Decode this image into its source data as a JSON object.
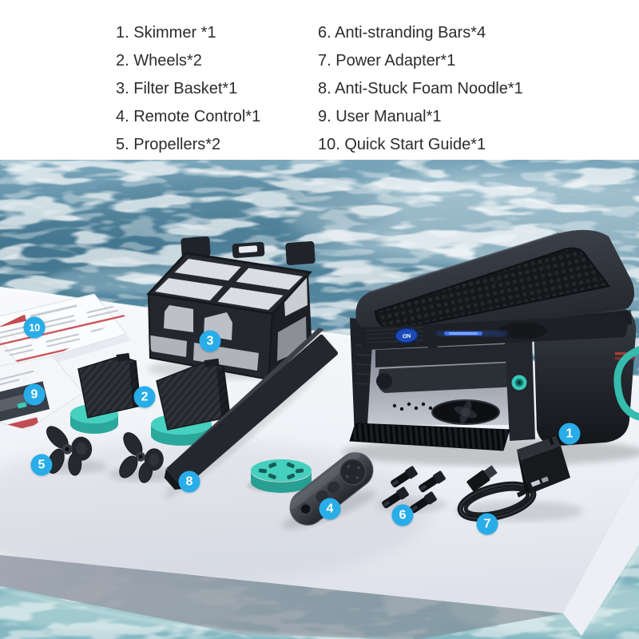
{
  "packing_list": {
    "left_column": [
      "1. Skimmer *1",
      "2. Wheels*2",
      "3. Filter Basket*1",
      "4. Remote Control*1",
      "5. Propellers*2"
    ],
    "right_column": [
      "6. Anti-stranding Bars*4",
      "7. Power Adapter*1",
      "8. Anti-Stuck Foam Noodle*1",
      "9. User Manual*1",
      "10. Quick Start Guide*1"
    ]
  },
  "photo": {
    "badges": [
      {
        "number": "1",
        "item": "Skimmer"
      },
      {
        "number": "2",
        "item": "Wheels"
      },
      {
        "number": "3",
        "item": "Filter Basket"
      },
      {
        "number": "4",
        "item": "Remote Control"
      },
      {
        "number": "5",
        "item": "Propellers"
      },
      {
        "number": "6",
        "item": "Anti-stranding Bars"
      },
      {
        "number": "7",
        "item": "Power Adapter"
      },
      {
        "number": "8",
        "item": "Anti-Stuck Foam Noodle"
      },
      {
        "number": "9",
        "item": "User Manual"
      },
      {
        "number": "10",
        "item": "Quick Start Guide"
      }
    ],
    "skimmer": {
      "power_label": "ON"
    }
  },
  "colors": {
    "badge_blue": "#28ade8",
    "accent_teal": "#3cc8b8",
    "water_blue": "#5b8ea6",
    "device_dark": "#23262b",
    "platform_white": "#f3f4f8",
    "list_text": "#2c2c2c"
  }
}
